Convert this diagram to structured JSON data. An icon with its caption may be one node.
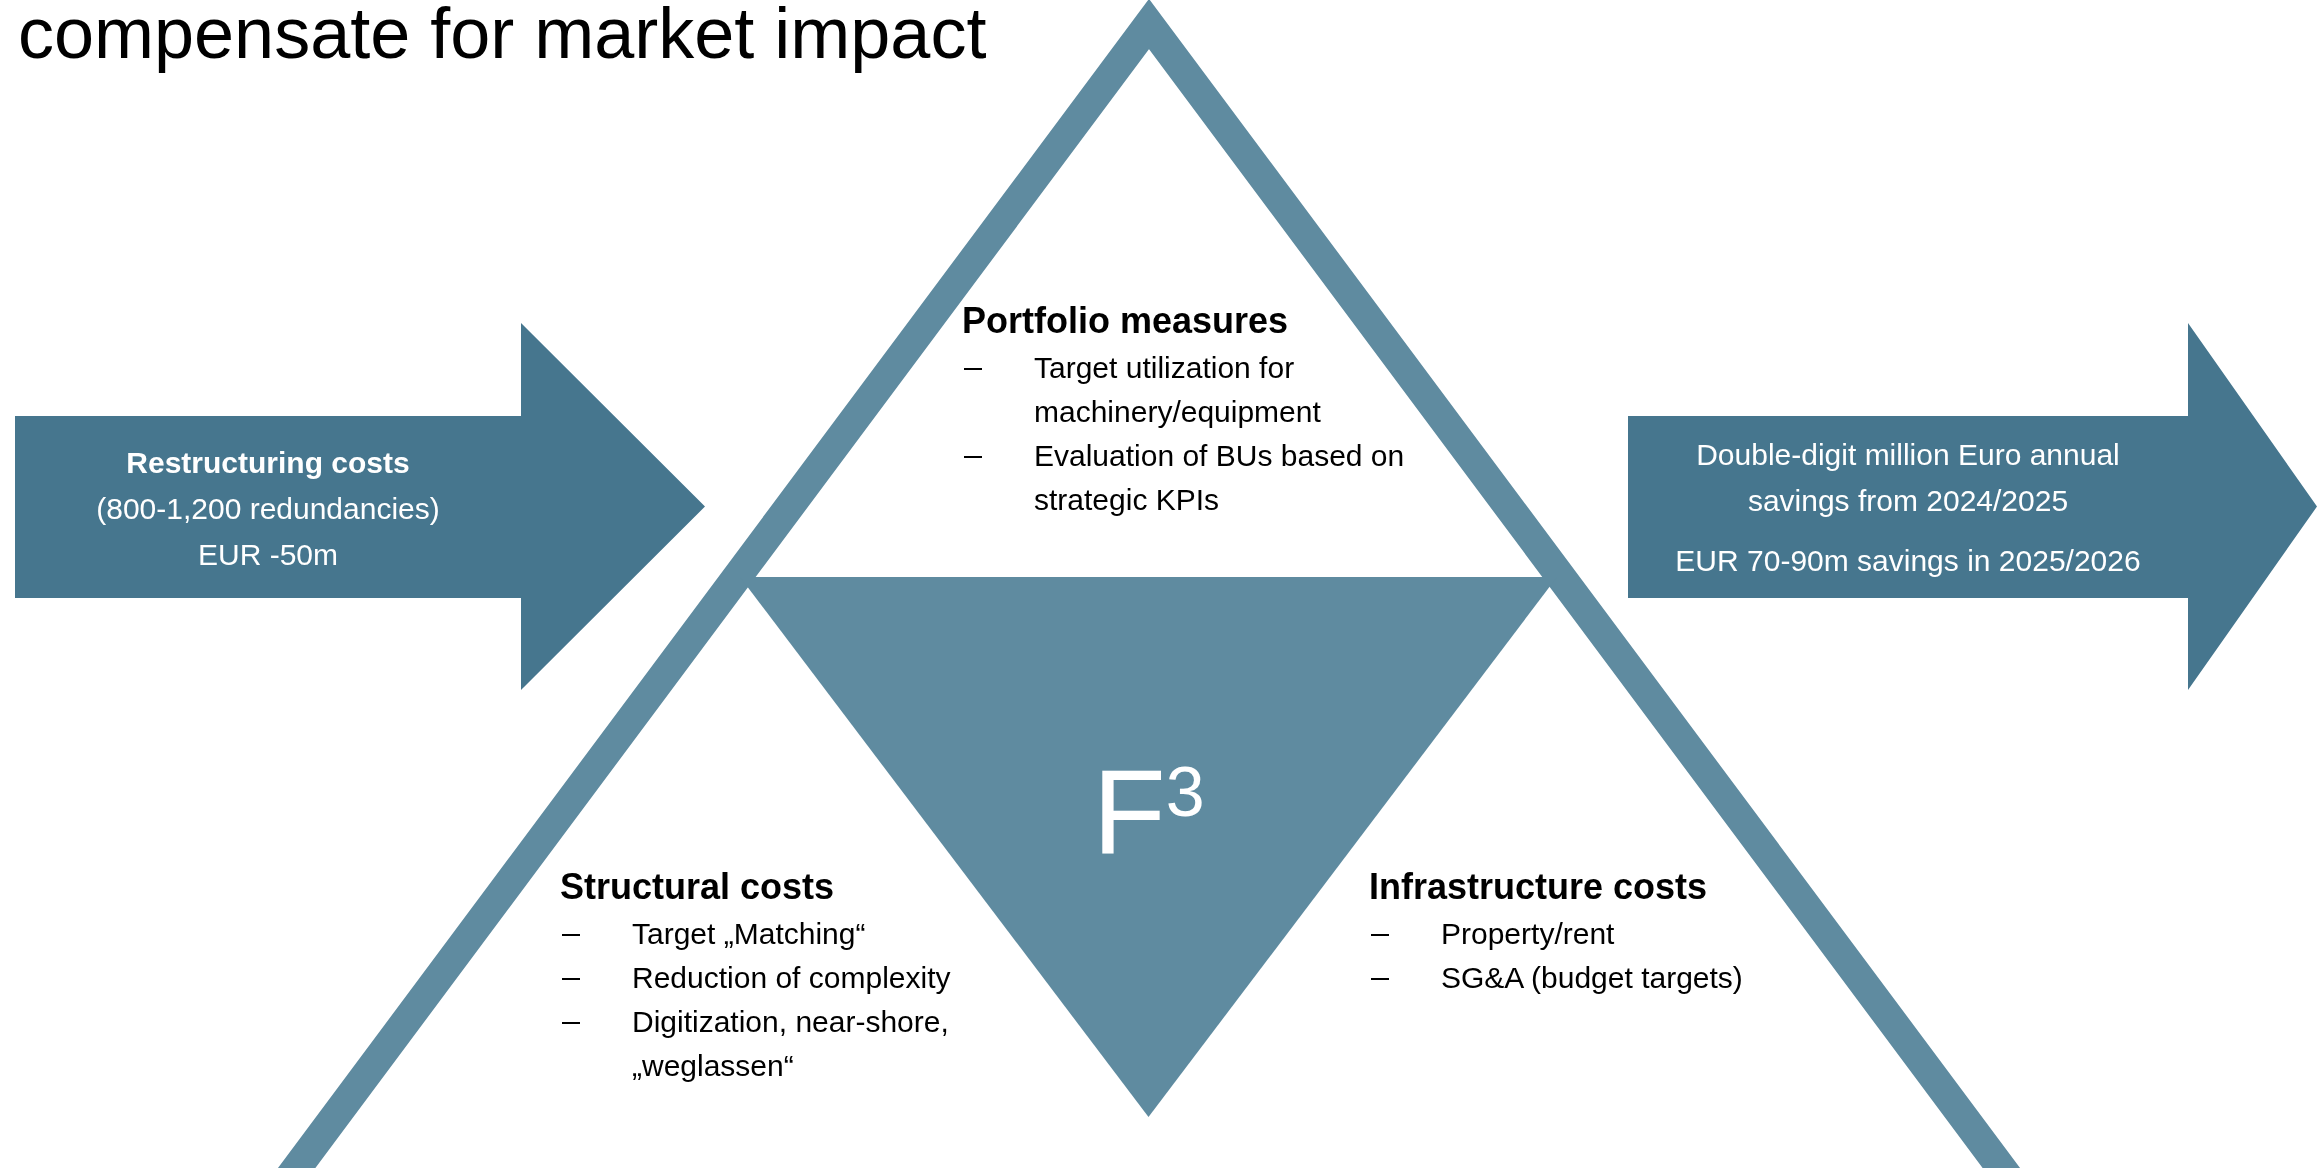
{
  "diagram": {
    "title": "compensate for market impact",
    "nodes": [
      {
        "text": [],
        "shape": "triangle"
      },
      {
        "text": [
          "F$^{3}$"
        ],
        "in": 0
      },
      {
        "text": [
          "Portfolio measures",
          "Target utilization for machinery/equipment",
          "Evaluation of BUs based on strategic KPIs"
        ],
        "in": 0
      },
      {
        "text": [
          "Structural costs",
          "Target „Matching“",
          "Reduction of complexity",
          "Digitization, near-shore, „weglassen“"
        ],
        "in": 0
      },
      {
        "text": [
          "Infrastructure costs",
          "Property/rent",
          "SG&A (budget targets)"
        ],
        "in": 0
      },
      {
        "text": [
          "Restructuring costs",
          "(800-1,200 redundancies)",
          "EUR -50m"
        ]
      },
      {
        "text": [
          "Double-digit million Euro annual savings from 2024/2025",
          "EUR 70-90m savings in 2025/2026"
        ]
      }
    ]
  }
}
